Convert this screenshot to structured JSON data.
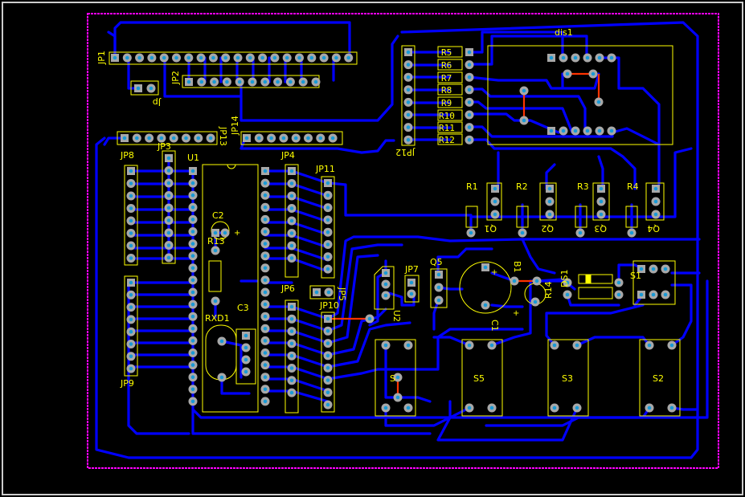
{
  "colors": {
    "background": "#000000",
    "bottom_trace": "#0000ff",
    "top_trace": "#ff3300",
    "silkscreen": "#ffff00",
    "board_outline": "#ff00ff",
    "pad": "#a8a8a8",
    "pad_hole": "#1a9ad6",
    "frame": "#cccccc"
  },
  "labels": {
    "jp1": "JP1",
    "jp2": "JP2",
    "jp3": "JP3",
    "jp4": "JP4",
    "jp5": "JP5",
    "jp6": "JP6",
    "jp7": "JP7",
    "jp8": "JP8",
    "jp9": "JP9",
    "jp10": "JP10",
    "jp11": "JP11",
    "jp12": "JP12",
    "jp13": "JP13",
    "jp14": "JP14",
    "jp_mirror": "Jp",
    "u1": "U1",
    "u2": "U2",
    "c1": "C1",
    "c2": "C2",
    "c3": "C3",
    "r13": "R13",
    "r14": "R14",
    "rxd1": "RXD1",
    "q5": "Q5",
    "b1": "B1",
    "ds1": "DS1",
    "s1": "S1",
    "s2": "S2",
    "s3": "S3",
    "s4": "S",
    "s5": "S5",
    "dis1": "dis1",
    "r1": "R1",
    "r2": "R2",
    "r3": "R3",
    "r4": "R4",
    "q1": "Q1",
    "q2": "Q2",
    "q3": "Q3",
    "q4": "Q4"
  },
  "resistor_stack": [
    "R5",
    "R6",
    "R7",
    "R8",
    "R9",
    "R10",
    "R11",
    "R12"
  ]
}
